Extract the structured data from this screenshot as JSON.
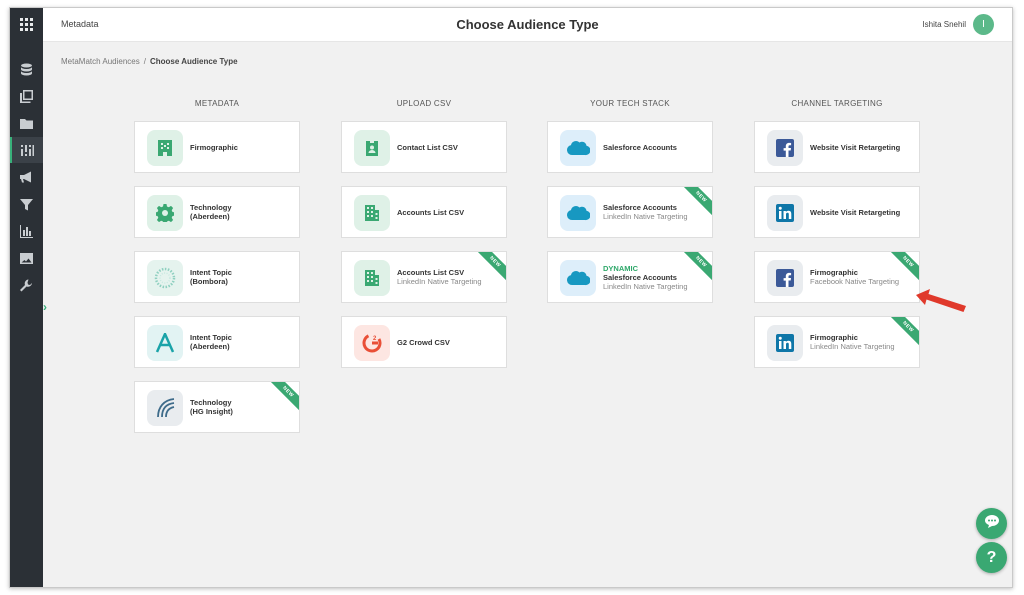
{
  "topbar": {
    "section": "Metadata",
    "title": "Choose Audience Type",
    "user_name": "Ishita Snehil",
    "avatar_initial": "I"
  },
  "breadcrumb": {
    "parent": "MetaMatch Audiences",
    "separator": "/",
    "current": "Choose Audience Type"
  },
  "sidebar_icons": [
    "apps-grid-icon",
    "database-icon",
    "copy-icon",
    "folder-icon",
    "segments-icon",
    "megaphone-icon",
    "filter-icon",
    "bar-chart-icon",
    "image-icon",
    "wrench-icon"
  ],
  "columns": [
    {
      "header": "METADATA",
      "cards": [
        {
          "line1": "Firmographic",
          "line2": "",
          "icon": "building-icon",
          "new": false
        },
        {
          "line1": "Technology",
          "line2": "(Aberdeen)",
          "icon": "gear-icon",
          "new": false
        },
        {
          "line1": "Intent Topic",
          "line2": "(Bombora)",
          "icon": "bombora-logo-icon",
          "new": false
        },
        {
          "line1": "Intent Topic",
          "line2": "(Aberdeen)",
          "icon": "aberdeen-logo-icon",
          "new": false
        },
        {
          "line1": "Technology",
          "line2": "(HG Insight)",
          "icon": "hg-insight-logo-icon",
          "new": true
        }
      ]
    },
    {
      "header": "UPLOAD CSV",
      "cards": [
        {
          "line1": "Contact List CSV",
          "line2": "",
          "icon": "contact-badge-icon",
          "new": false
        },
        {
          "line1": "Accounts List CSV",
          "line2": "",
          "icon": "office-building-icon",
          "new": false
        },
        {
          "line1": "Accounts List CSV",
          "line2": "LinkedIn Native Targeting",
          "icon": "office-building-icon",
          "new": true
        },
        {
          "line1": "G2 Crowd CSV",
          "line2": "",
          "icon": "g2-logo-icon",
          "new": false
        }
      ]
    },
    {
      "header": "YOUR TECH STACK",
      "cards": [
        {
          "line1": "Salesforce Accounts",
          "line2": "",
          "icon": "salesforce-cloud-icon",
          "new": false
        },
        {
          "line1": "Salesforce Accounts",
          "line2": "LinkedIn Native Targeting",
          "icon": "salesforce-cloud-icon",
          "new": true
        },
        {
          "tag": "DYNAMIC",
          "line1": "Salesforce Accounts",
          "line2": "LinkedIn Native Targeting",
          "icon": "salesforce-cloud-icon",
          "new": true
        }
      ]
    },
    {
      "header": "CHANNEL TARGETING",
      "cards": [
        {
          "line1": "Website Visit Retargeting",
          "line2": "",
          "icon": "facebook-icon",
          "new": false
        },
        {
          "line1": "Website Visit Retargeting",
          "line2": "",
          "icon": "linkedin-icon",
          "new": false
        },
        {
          "line1": "Firmographic",
          "line2": "Facebook Native Targeting",
          "icon": "facebook-icon",
          "new": true
        },
        {
          "line1": "Firmographic",
          "line2": "LinkedIn Native Targeting",
          "icon": "linkedin-icon",
          "new": true
        }
      ]
    }
  ],
  "badge_text": "NEW",
  "fab": {
    "chat_icon": "chat-bubble-icon",
    "help_label": "?"
  },
  "colors": {
    "accent": "#3aa872",
    "sidebar": "#2b3036",
    "annotation_arrow": "#e0392b",
    "facebook": "#3b5998",
    "linkedin": "#0e76a8",
    "salesforce": "#1798c1",
    "g2": "#e94f37"
  }
}
